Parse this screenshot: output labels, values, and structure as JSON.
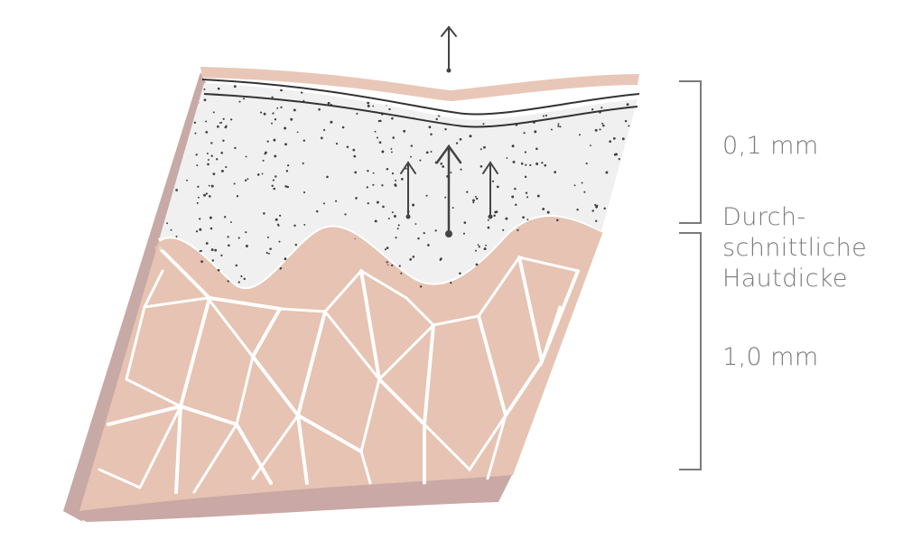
{
  "labels": {
    "epidermis_thickness": "0,1 mm",
    "average_label_line1": "Durch-",
    "average_label_line2": "schnittliche",
    "average_label_line3": "Hautdicke",
    "dermis_thickness": "1,0 mm"
  },
  "colors": {
    "surface_layer": "#e9c7b8",
    "epidermis": "#f0f0f0",
    "dermis": "#e6c3b2",
    "side_edge": "#c7a9a6",
    "fibers": "#ffffff",
    "lines": "#3f3f3f",
    "bracket": "#7d7a7a",
    "text": "#7d7a7a"
  },
  "icons": {
    "arrow_top": "arrow-up-icon",
    "arrows_inner": "arrow-up-icon"
  }
}
